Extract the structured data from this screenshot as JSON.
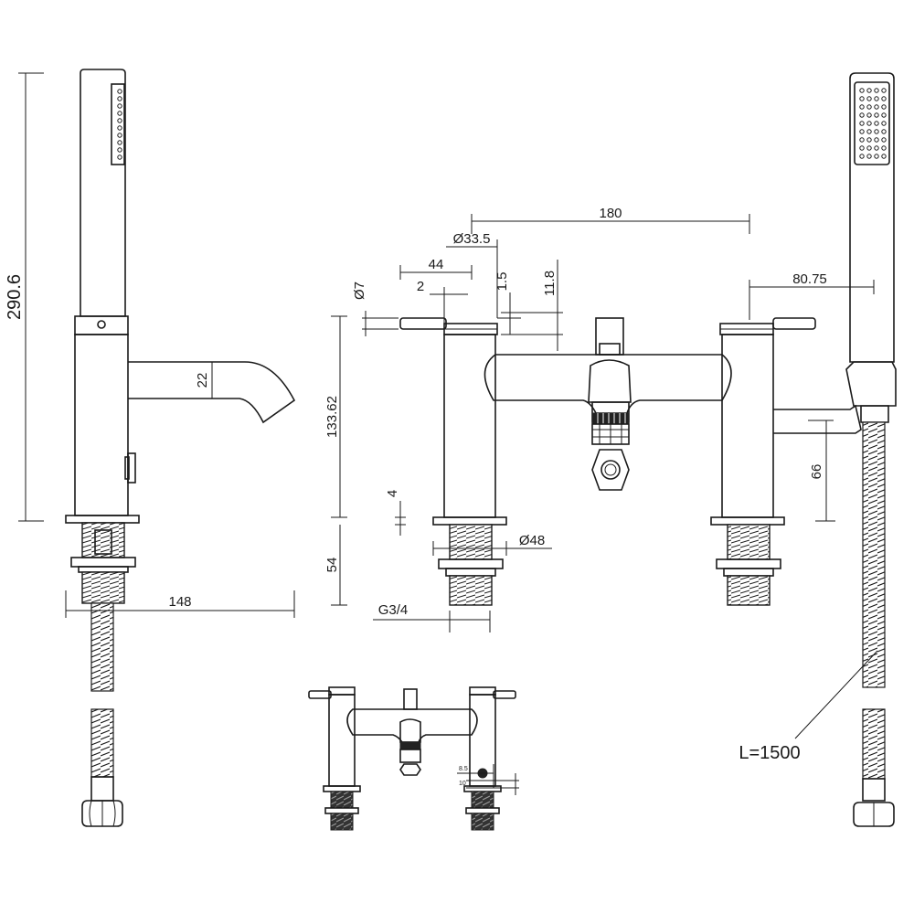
{
  "dimensions": {
    "overall_height": "290.6",
    "spout_dia": "22",
    "reach": "148",
    "centres": "180",
    "handle_dia": "Ø33.5",
    "lever_length": "44",
    "lever_gap": "2",
    "lever_dia": "Ø7",
    "lever_offset_small": "1.5",
    "lever_offset": "11.8",
    "body_height": "133.62",
    "hose_outlet_reach": "80.75",
    "hose_outlet_height": "66",
    "washer_thickness": "4",
    "shank_length": "54",
    "flange_dia": "Ø48",
    "thread": "G3/4",
    "hose_length": "L=1500",
    "detail_a": "8.5",
    "detail_b": "10"
  }
}
